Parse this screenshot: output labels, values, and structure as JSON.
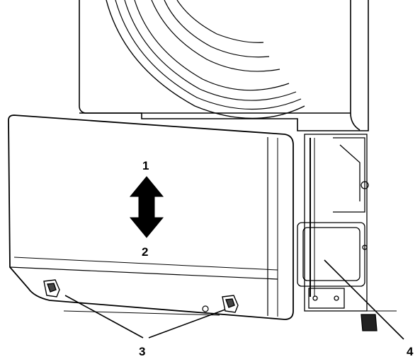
{
  "figure": {
    "callouts": {
      "c1": "1",
      "c2": "2",
      "c3": "3",
      "c4": "4"
    },
    "double_arrow": {
      "direction": "vertical",
      "meaning_refs": [
        "1",
        "2"
      ]
    },
    "colors": {
      "line": "#000000",
      "background": "#ffffff",
      "arrow": "#000000"
    }
  }
}
